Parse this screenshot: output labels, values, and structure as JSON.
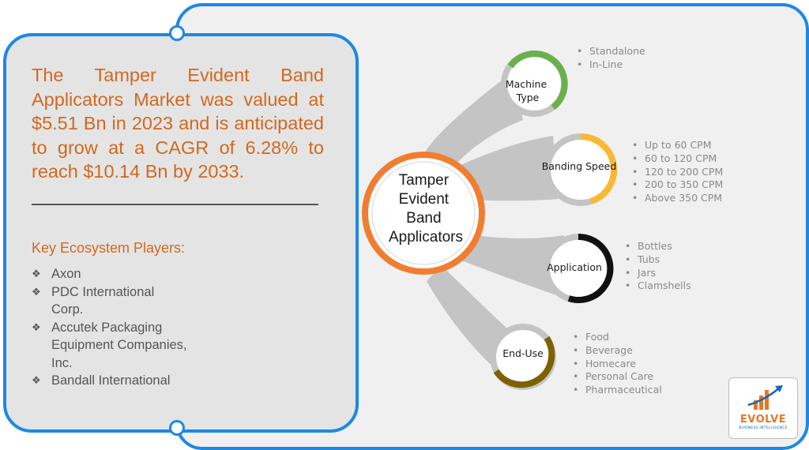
{
  "summary": {
    "text": "The Tamper Evident Band Applicators Market was valued at $5.51 Bn in 2023 and is anticipated to grow at a CAGR of 6.28% to reach $10.14 Bn by 2033."
  },
  "players": {
    "title": "Key Ecosystem Players:",
    "bullet_icon": "diamond-bullet-icon",
    "items": [
      "Axon",
      "PDC International Corp.",
      "Accutek Packaging Equipment Companies, Inc.",
      "Bandall International"
    ]
  },
  "hub": {
    "label_lines": [
      "Tamper",
      "Evident",
      "Band",
      "Applicators"
    ],
    "ring_color": "#f07d30"
  },
  "segments": [
    {
      "title_lines": [
        "Machine",
        "Type"
      ],
      "ring_color": "#6ab04c",
      "items": [
        "Standalone",
        "In-Line"
      ]
    },
    {
      "title_lines": [
        "Banding Speed"
      ],
      "ring_color": "#f9b934",
      "items": [
        "Up to 60 CPM",
        "60 to 120 CPM",
        "120 to 200 CPM",
        "200 to 350 CPM",
        "Above 350 CPM"
      ]
    },
    {
      "title_lines": [
        "Application"
      ],
      "ring_color": "#111111",
      "items": [
        "Bottles",
        "Tubs",
        "Jars",
        "Clamshells"
      ]
    },
    {
      "title_lines": [
        "End-Use"
      ],
      "ring_color": "#7d6000",
      "items": [
        "Food",
        "Beverage",
        "Homecare",
        "Personal Care",
        "Pharmaceutical"
      ]
    }
  ],
  "logo": {
    "icon": "growth-arrow-icon",
    "word": "EVOLVE",
    "tagline": "BUSINESS INTELLIGENCE"
  },
  "colors": {
    "frame_border": "#1e88e5",
    "accent_text": "#d2691e",
    "branch_gray": "#c4c4c4"
  }
}
